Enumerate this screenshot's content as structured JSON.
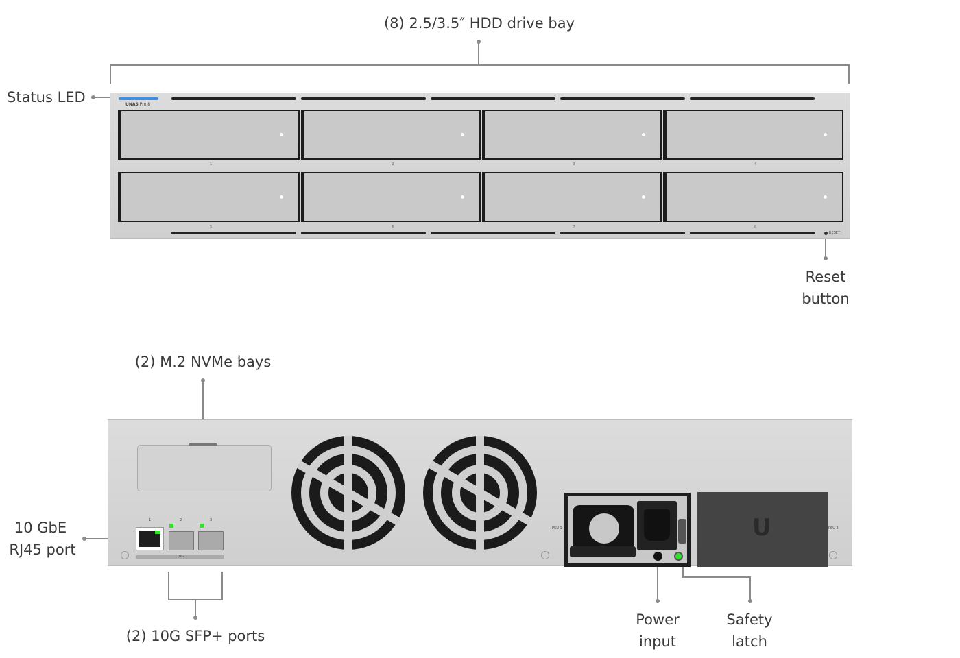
{
  "callouts": {
    "drive_bay": "(8) 2.5/3.5″ HDD drive bay",
    "status_led": "Status LED",
    "reset_line1": "Reset",
    "reset_line2": "button",
    "nvme": "(2) M.2 NVMe bays",
    "rj45_line1": "10 GbE",
    "rj45_line2": "RJ45 port",
    "sfp": "(2) 10G SFP+ ports",
    "power_line1": "Power",
    "power_line2": "input",
    "latch_line1": "Safety",
    "latch_line2": "latch"
  },
  "front": {
    "model_bold": "UNAS",
    "model_rest": "Pro 8",
    "bays": [
      "1",
      "2",
      "3",
      "4",
      "5",
      "6",
      "7",
      "8"
    ],
    "reset_label": "RESET",
    "status_led_color": "#3d8ee6"
  },
  "rear": {
    "ports": [
      "1",
      "2",
      "3"
    ],
    "sfp_group_label": "10G",
    "psu1_label": "PSU 1",
    "psu2_label": "PSU 2",
    "link_led_color": "#33e02a",
    "logo": "U"
  }
}
